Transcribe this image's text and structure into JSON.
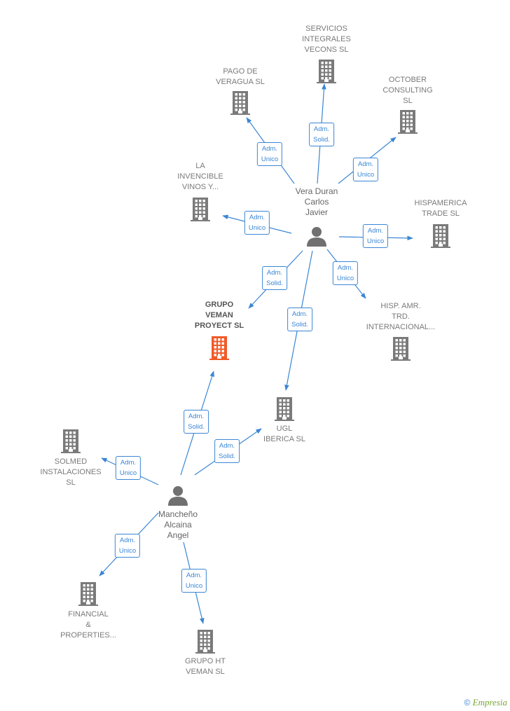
{
  "colors": {
    "edge": "#3a86d4",
    "building": "#7a7a7a",
    "highlight": "#f05a28",
    "person": "#707070"
  },
  "nodes": [
    {
      "id": "servicios",
      "kind": "building",
      "lines": [
        "SERVICIOS",
        "INTEGRALES",
        "VECONS SL"
      ]
    },
    {
      "id": "pago",
      "kind": "building",
      "lines": [
        "PAGO DE",
        "VERAGUA SL"
      ]
    },
    {
      "id": "october",
      "kind": "building",
      "lines": [
        "OCTOBER",
        "CONSULTING",
        "SL"
      ]
    },
    {
      "id": "invencible",
      "kind": "building",
      "lines": [
        "LA",
        "INVENCIBLE",
        "VINOS Y..."
      ]
    },
    {
      "id": "hispamerica",
      "kind": "building",
      "lines": [
        "HISPAMERICA",
        "TRADE SL"
      ]
    },
    {
      "id": "hisp",
      "kind": "building",
      "lines": [
        "HISP.  AMR.",
        "TRD.",
        "INTERNACIONAL..."
      ]
    },
    {
      "id": "grupo_veman",
      "kind": "building",
      "highlight": true,
      "lines": [
        "GRUPO",
        "VEMAN",
        "PROYECT  SL"
      ]
    },
    {
      "id": "ugl",
      "kind": "building",
      "lines": [
        "UGL",
        "IBERICA  SL"
      ]
    },
    {
      "id": "solmed",
      "kind": "building",
      "lines": [
        "SOLMED",
        "INSTALACIONES",
        "SL"
      ]
    },
    {
      "id": "financial",
      "kind": "building",
      "lines": [
        "FINANCIAL",
        "&",
        "PROPERTIES..."
      ]
    },
    {
      "id": "grupo_ht",
      "kind": "building",
      "lines": [
        "GRUPO HT",
        "VEMAN  SL"
      ]
    },
    {
      "id": "vera",
      "kind": "person",
      "lines": [
        "Vera Duran",
        "Carlos",
        "Javier"
      ]
    },
    {
      "id": "manch",
      "kind": "person",
      "lines": [
        "Mancheño",
        "Alcaina",
        "Angel"
      ]
    }
  ],
  "edges": [
    {
      "from": "vera",
      "to": "pago",
      "role": [
        "Adm.",
        "Unico"
      ]
    },
    {
      "from": "vera",
      "to": "servicios",
      "role": [
        "Adm.",
        "Solid."
      ]
    },
    {
      "from": "vera",
      "to": "october",
      "role": [
        "Adm.",
        "Unico"
      ]
    },
    {
      "from": "vera",
      "to": "invencible",
      "role": [
        "Adm.",
        "Unico"
      ]
    },
    {
      "from": "vera",
      "to": "hispamerica",
      "role": [
        "Adm.",
        "Unico"
      ]
    },
    {
      "from": "vera",
      "to": "hisp",
      "role": [
        "Adm.",
        "Unico"
      ]
    },
    {
      "from": "vera",
      "to": "grupo_veman",
      "role": [
        "Adm.",
        "Solid."
      ]
    },
    {
      "from": "vera",
      "to": "ugl",
      "role": [
        "Adm.",
        "Solid."
      ]
    },
    {
      "from": "manch",
      "to": "grupo_veman",
      "role": [
        "Adm.",
        "Solid."
      ]
    },
    {
      "from": "manch",
      "to": "ugl",
      "role": [
        "Adm.",
        "Solid."
      ]
    },
    {
      "from": "manch",
      "to": "solmed",
      "role": [
        "Adm.",
        "Unico"
      ]
    },
    {
      "from": "manch",
      "to": "financial",
      "role": [
        "Adm.",
        "Unico"
      ]
    },
    {
      "from": "manch",
      "to": "grupo_ht",
      "role": [
        "Adm.",
        "Unico"
      ]
    }
  ],
  "footer": {
    "copyright": "©",
    "brand": "Empresia"
  }
}
